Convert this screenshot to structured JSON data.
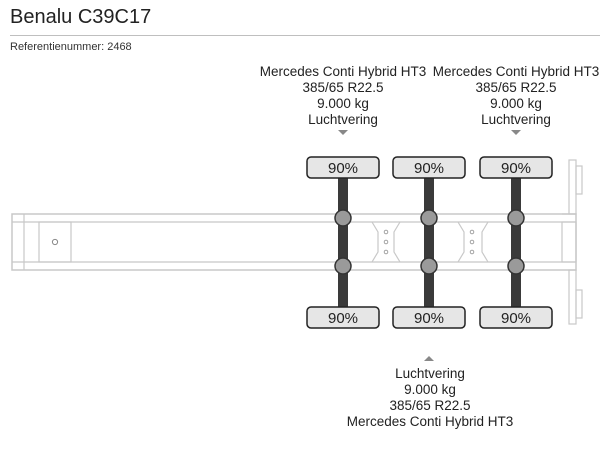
{
  "title": "Benalu C39C17",
  "reference": "Referentienummer: 2468",
  "axles": [
    {
      "tire": "Mercedes Conti Hybrid HT3",
      "size": "385/65 R22.5",
      "load": "9.000 kg",
      "suspension": "Luchtvering",
      "top_pct": "90%",
      "bottom_pct": "90%"
    },
    {
      "tire": "Mercedes Conti Hybrid HT3",
      "size": "385/65 R22.5",
      "load": "9.000 kg",
      "suspension": "Luchtvering",
      "top_pct": "90%",
      "bottom_pct": "90%"
    },
    {
      "tire": "Mercedes Conti Hybrid HT3",
      "size": "385/65 R22.5",
      "load": "9.000 kg",
      "suspension": "Luchtvering",
      "top_pct": "90%",
      "bottom_pct": "90%"
    }
  ]
}
